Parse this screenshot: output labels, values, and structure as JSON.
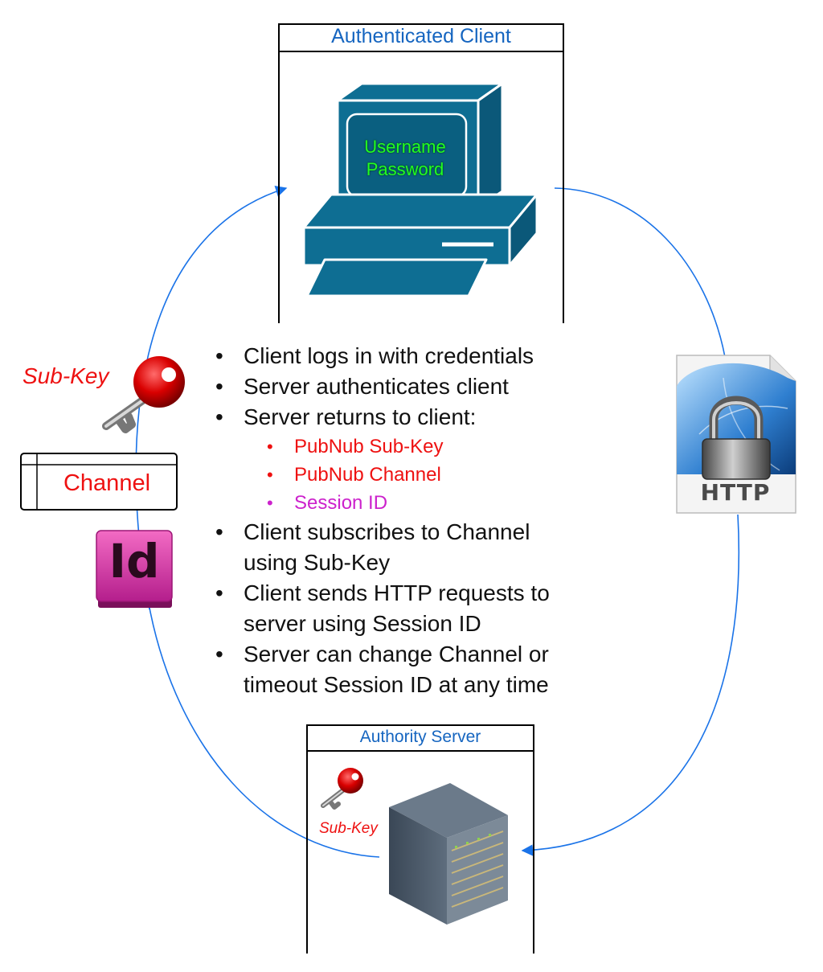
{
  "client_panel": {
    "title": "Authenticated Client"
  },
  "computer_screen": {
    "line1": "Username",
    "line2": "Password"
  },
  "server_panel": {
    "title": "Authority Server"
  },
  "left_key": {
    "label": "Sub-Key"
  },
  "server_key": {
    "label": "Sub-Key"
  },
  "channel_box": {
    "label": "Channel"
  },
  "http_icon": {
    "label": "HTTP"
  },
  "session_icon": {
    "label": "Id"
  },
  "steps": [
    {
      "text": "Client logs in with credentials"
    },
    {
      "text": "Server authenticates client"
    },
    {
      "text": "Server returns to client:"
    },
    {
      "text": "PubNub Sub-Key"
    },
    {
      "text": "PubNub Channel"
    },
    {
      "text": "Session ID"
    },
    {
      "text": "Client subscribes to Channel"
    },
    {
      "text": "using Sub-Key"
    },
    {
      "text": "Client sends HTTP requests to"
    },
    {
      "text": "server using Session ID"
    },
    {
      "text": "Server can change Channel or"
    },
    {
      "text": "timeout Session ID at any time"
    }
  ],
  "bullet": "•",
  "colors": {
    "arrow": "#1a73e8",
    "panel_title": "#1565c0",
    "computer": "#0e6e93",
    "screen_text": "#22ff22",
    "sub_key": "#ee1111",
    "session_id": "#cc22cc"
  },
  "icons": [
    "computer-icon",
    "red-key-icon",
    "padlock-icon",
    "indesign-icon",
    "server-rack-icon"
  ]
}
